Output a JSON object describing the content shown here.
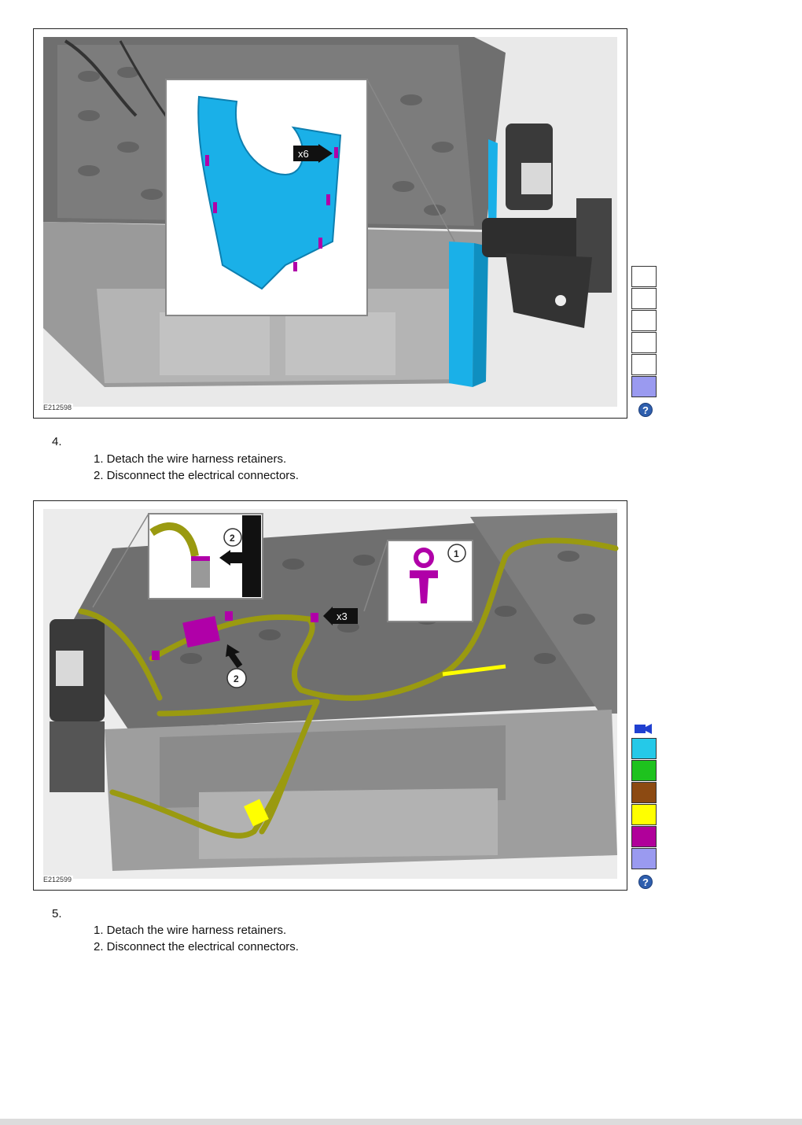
{
  "figures": [
    {
      "id_label": "E212598",
      "callout_multiplier": "x6"
    },
    {
      "id_label": "E212599",
      "callout_multiplier": "x3",
      "callout_1": "1",
      "callout_2": "2"
    }
  ],
  "steps": [
    {
      "number": "4.",
      "items": [
        "1. Detach the wire harness retainers.",
        "2. Disconnect the electrical connectors."
      ]
    },
    {
      "number": "5.",
      "items": [
        "1. Detach the wire harness retainers.",
        "2. Disconnect the electrical connectors."
      ]
    }
  ],
  "legends": [
    {
      "swatches": [
        "#ffffff",
        "#ffffff",
        "#ffffff",
        "#ffffff",
        "#ffffff",
        "#9a9af0"
      ]
    },
    {
      "swatches": [
        "#25c9e8",
        "#1ec21e",
        "#8c4a12",
        "#ffff00",
        "#b0009a",
        "#9a9af0"
      ]
    }
  ],
  "icons": {
    "help": "help-icon",
    "camera": "camera-icon"
  },
  "colors": {
    "part_highlight": "#1ab0e8",
    "harness": "#9a9a10",
    "connector": "#b000a8",
    "tape": "#ffff00"
  }
}
